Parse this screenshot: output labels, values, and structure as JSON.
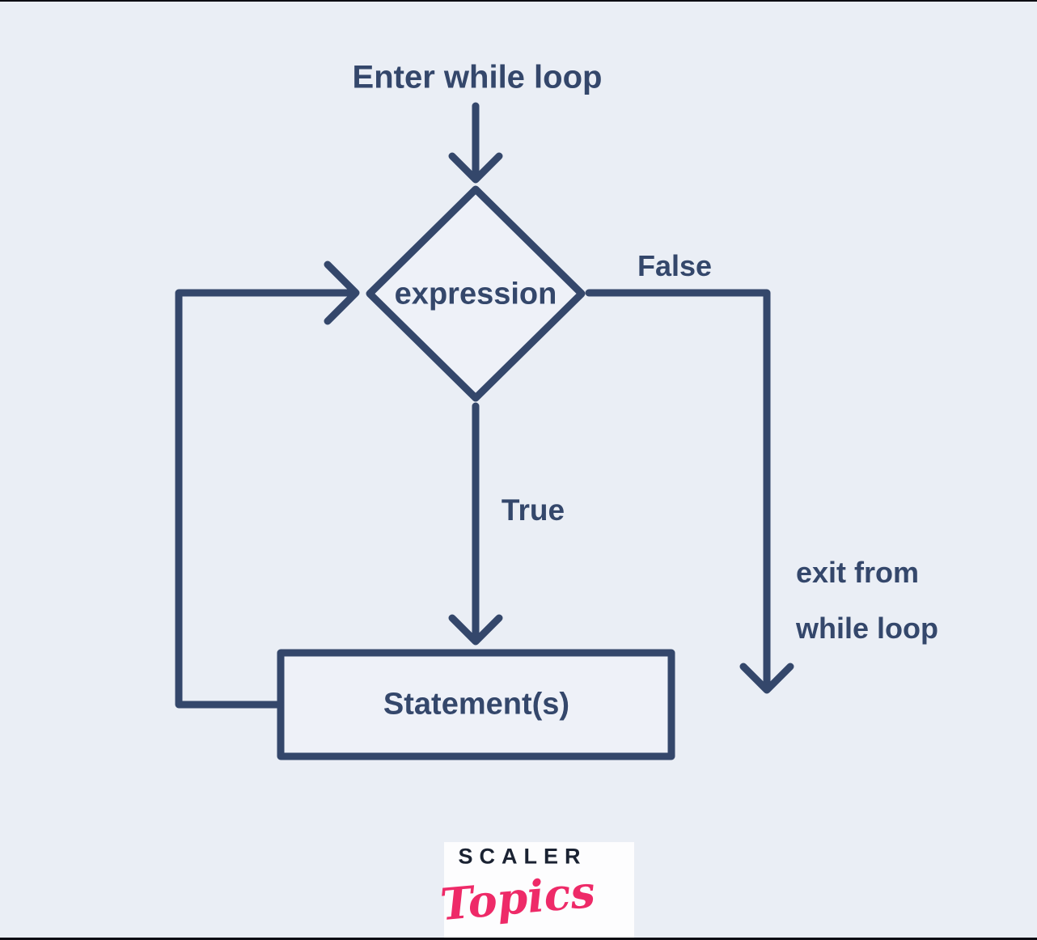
{
  "colors": {
    "bg": "#EAEEF5",
    "navy": "#34476B",
    "shapefill": "#EEF1F8",
    "brand": "#1A2232",
    "pink": "#EE2A68",
    "logobg": "#FDFDFE",
    "edge": "#0D0D13"
  },
  "flowchart": {
    "title": "Enter while loop",
    "decision": {
      "label": "expression"
    },
    "branches": {
      "false_label": "False",
      "true_label": "True",
      "exit_label_line1": "exit from",
      "exit_label_line2": "while loop"
    },
    "process": {
      "label": "Statement(s)"
    }
  },
  "logo": {
    "brand": "SCALER",
    "sub": "Topics"
  }
}
